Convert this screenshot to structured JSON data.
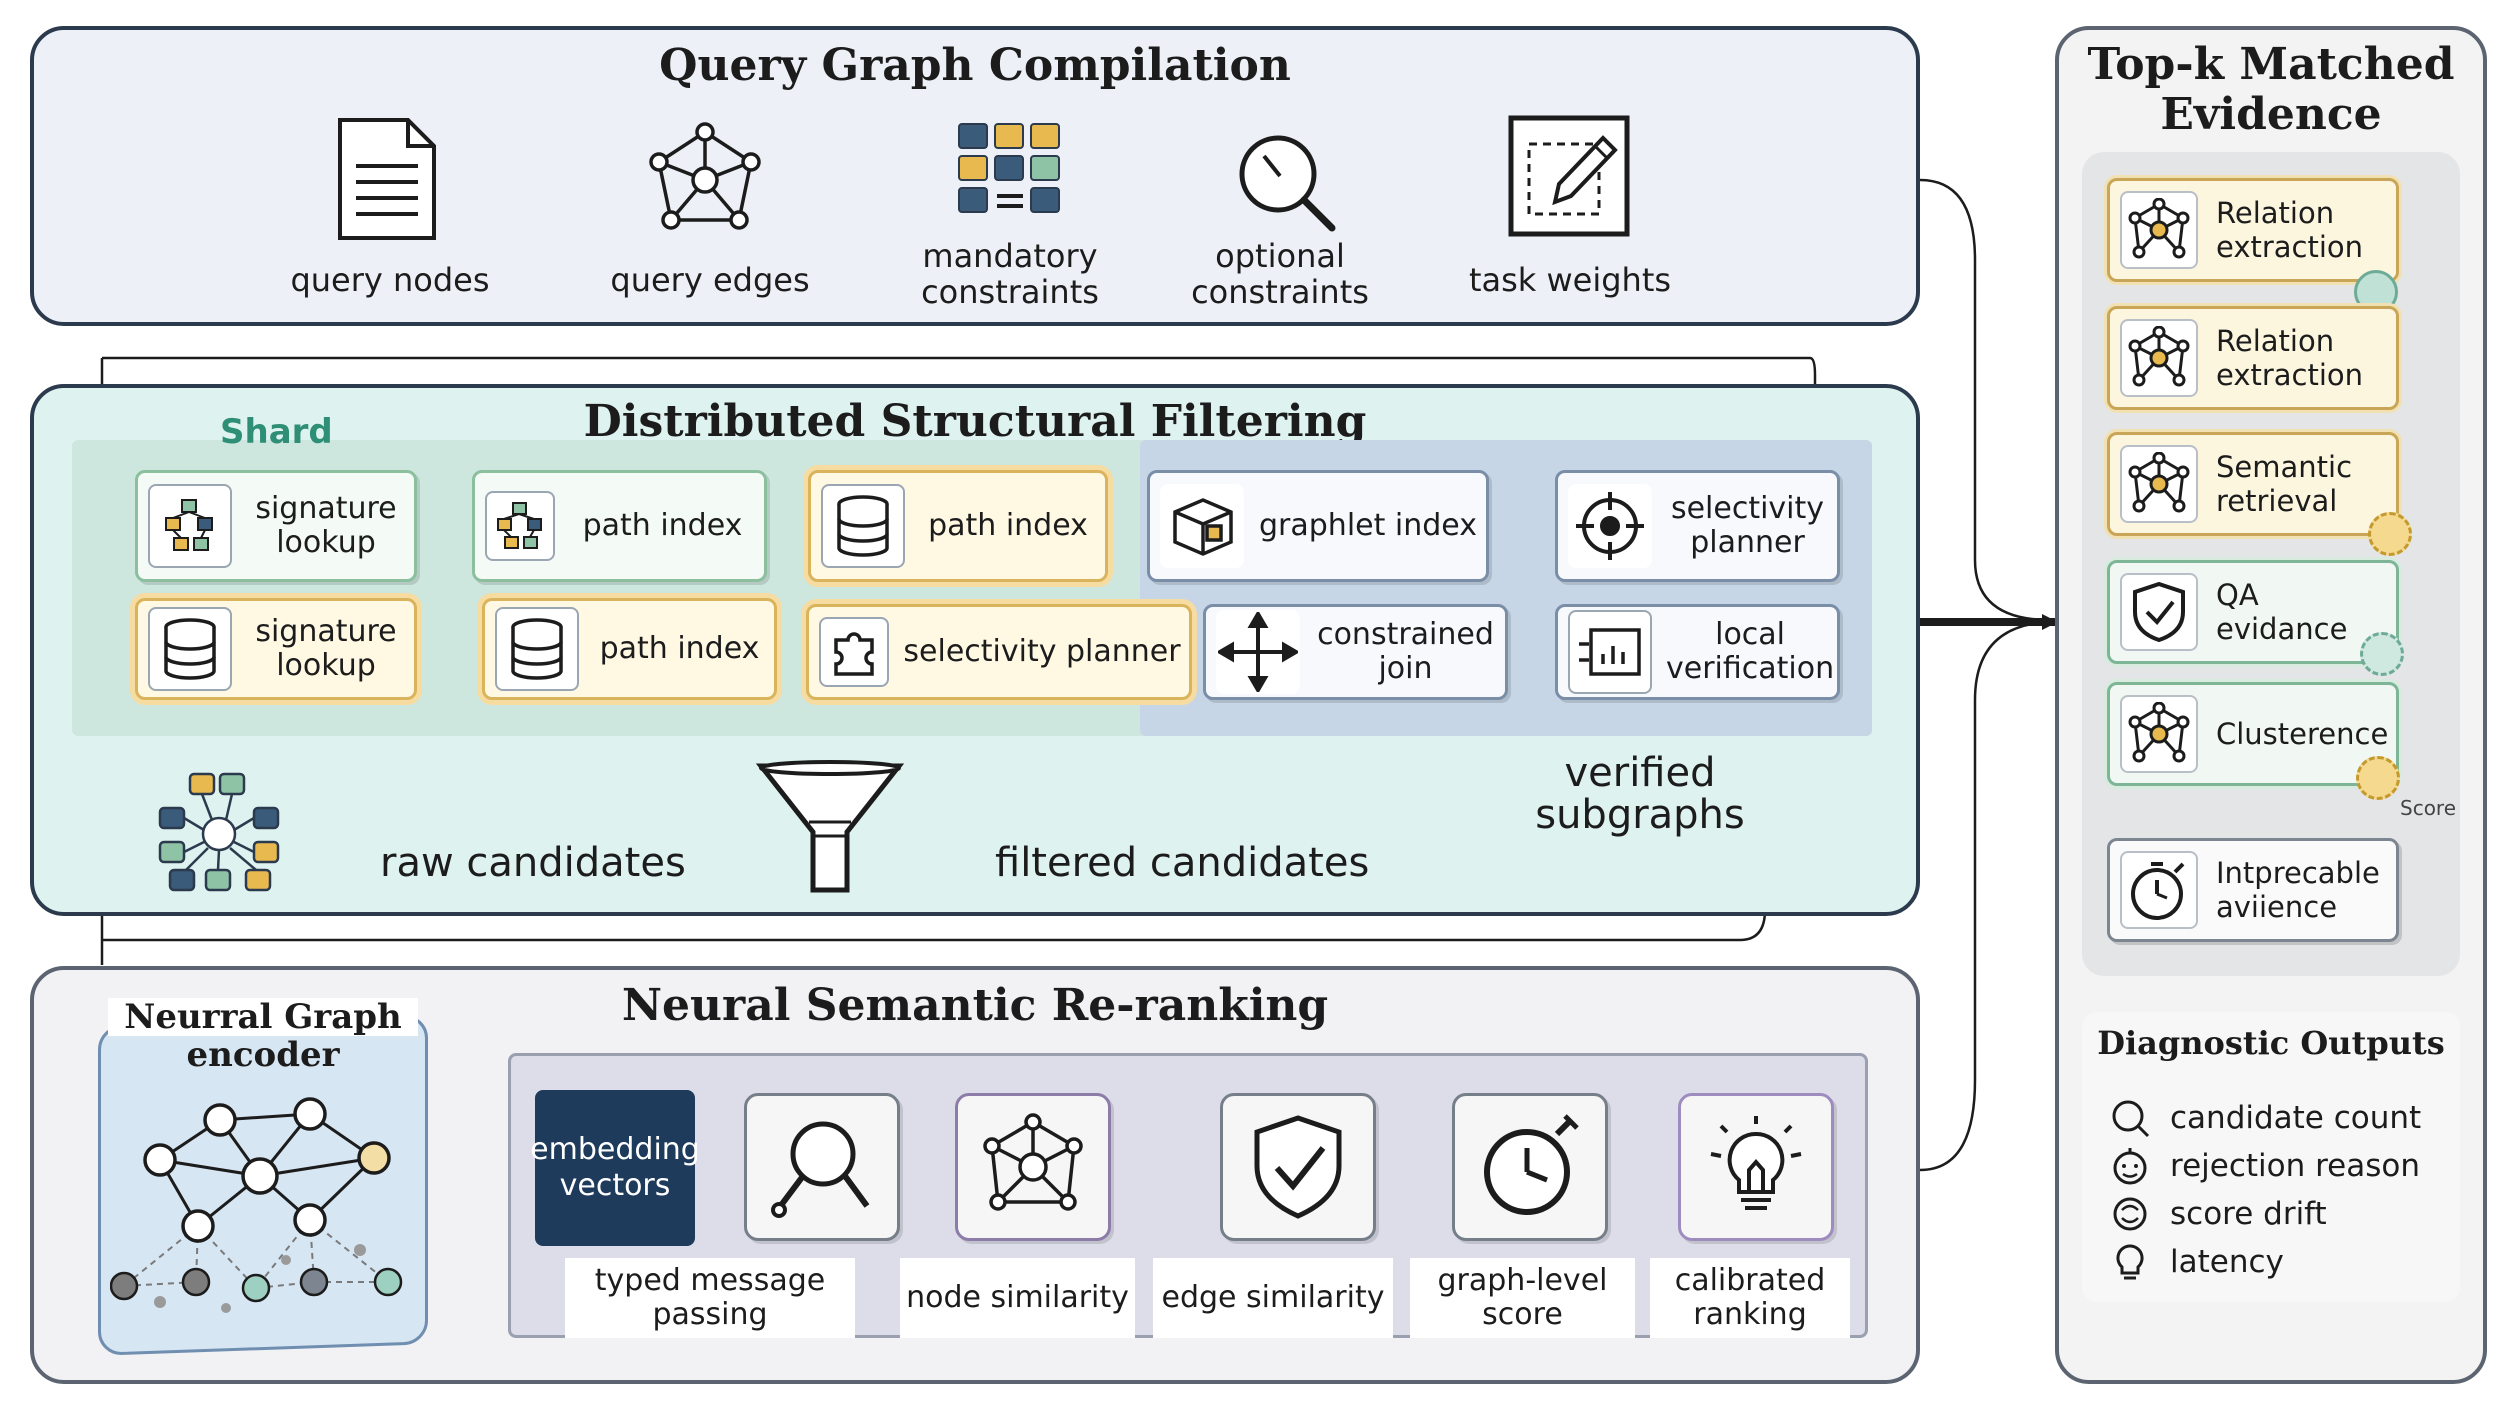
{
  "query_compilation": {
    "title": "Query Graph Compilation",
    "steps": [
      {
        "label": "query nodes",
        "icon": "document-icon"
      },
      {
        "label": "query edges",
        "icon": "network-icon"
      },
      {
        "label": "mandatory\nconstraints",
        "icon": "grid-blocks-icon"
      },
      {
        "label": "optional\nconstraints",
        "icon": "magnifier-icon"
      },
      {
        "label": "task weights",
        "icon": "pencil-frame-icon"
      }
    ]
  },
  "structural_filtering": {
    "title": "Distributed Structural Filtering",
    "shard_label": "Shard",
    "row1": [
      "signature\nlookup",
      "path index",
      "path index",
      "graphlet index",
      "selectivity\nplanner"
    ],
    "row2": [
      "signature\nlookup",
      "path index",
      "selectivity planner",
      "constrained\njoin",
      "local\nverification"
    ],
    "raw_candidates": "raw candidates",
    "filtered_candidates": "filtered candidates",
    "verified_subgraphs": "verified\nsubgraphs"
  },
  "reranking": {
    "title": "Neural Semantic Re-ranking",
    "encoder_title": "Neurral Graph\nencoder",
    "embedding": "embedding\nvectors",
    "stages": [
      "typed message\npassing",
      "node similarity",
      "edge similarity",
      "graph-level\nscore",
      "calibrated\nranking"
    ]
  },
  "evidence": {
    "title": "Top-k Matched\nEvidence",
    "items": [
      {
        "label": "Relation\nextraction",
        "icon": "network-icon"
      },
      {
        "label": "Relation\nextraction",
        "icon": "network-icon"
      },
      {
        "label": "Semantic\nretrieval",
        "icon": "network-icon"
      },
      {
        "label": "QA evidance",
        "icon": "shield-icon"
      },
      {
        "label": "Clusterence",
        "icon": "network-icon"
      },
      {
        "label": "Intprecable\naviience",
        "icon": "stopwatch-icon"
      }
    ],
    "score_label": "Score"
  },
  "diagnostics": {
    "title": "Diagnostic Outputs",
    "items": [
      {
        "label": "candidate count",
        "icon": "search-circle-icon"
      },
      {
        "label": "rejection reason",
        "icon": "face-icon"
      },
      {
        "label": "score drift",
        "icon": "drift-icon"
      },
      {
        "label": "latency",
        "icon": "bulb-icon"
      }
    ]
  },
  "colors": {
    "panel_border": "#2c3a4e",
    "query_panel_bg": "#edf1f7",
    "filter_panel_bg": "#def2ef",
    "rerank_panel_bg": "#f2f2f4",
    "embedding_bg": "#1f3b5c",
    "accent_gold": "#d9b45c",
    "accent_green": "#8bbf9e"
  }
}
